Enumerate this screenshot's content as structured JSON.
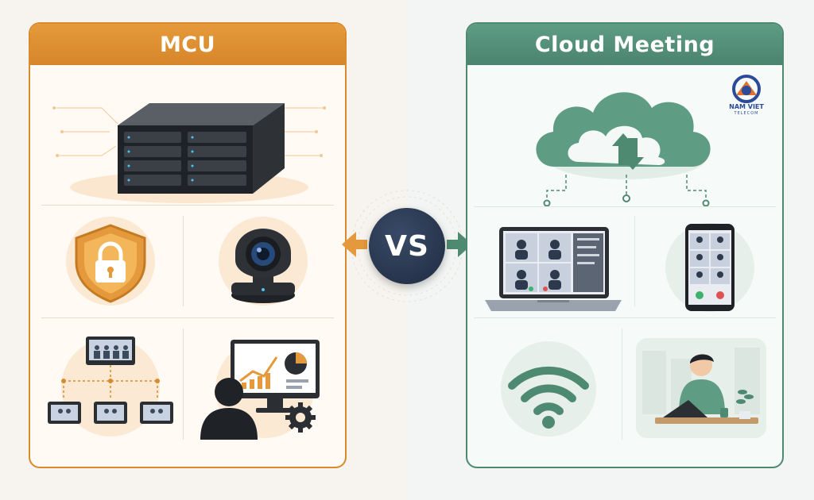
{
  "left_panel": {
    "title": "MCU",
    "accent": "#d98a2b",
    "icons": [
      "mcu-server-icon",
      "security-shield-lock-icon",
      "ptz-camera-icon",
      "hierarchical-network-icon",
      "admin-analytics-control-icon"
    ]
  },
  "right_panel": {
    "title": "Cloud Meeting",
    "accent": "#4e8a72",
    "icons": [
      "cloud-sync-icon",
      "laptop-video-conference-icon",
      "smartphone-video-call-icon",
      "wifi-icon",
      "remote-worker-laptop-icon"
    ]
  },
  "center": {
    "vs_label": "VS",
    "vs_color": "#24314a"
  },
  "logo": {
    "name": "NAM VIET",
    "tagline": "TELECOM",
    "color": "#2b4a9a"
  }
}
